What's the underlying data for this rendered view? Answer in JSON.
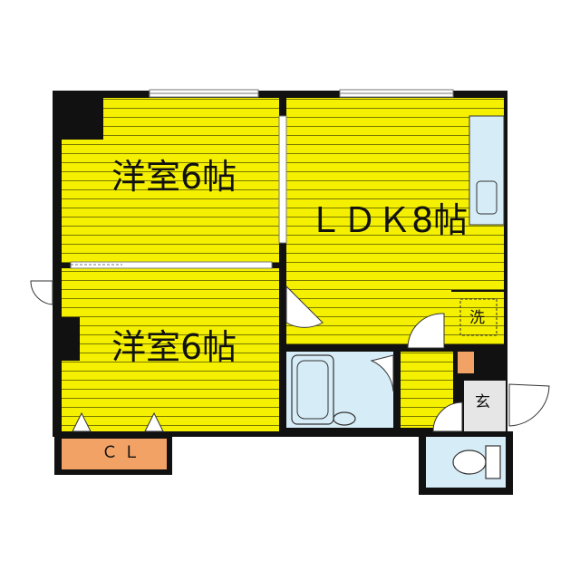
{
  "plan": {
    "rooms": {
      "bedroom_top": "洋室6帖",
      "bedroom_bottom": "洋室6帖",
      "ldk": "ＬＤＫ8帖",
      "closet": "ＣＬ",
      "entrance": "玄",
      "washer": "洗"
    },
    "colors": {
      "floor": "#f4f000",
      "floor_lines": "#7a7a00",
      "wet_area": "#d6ecf7",
      "closet": "#f2a264",
      "entrance": "#e6e6e6",
      "wall": "#111111"
    }
  }
}
